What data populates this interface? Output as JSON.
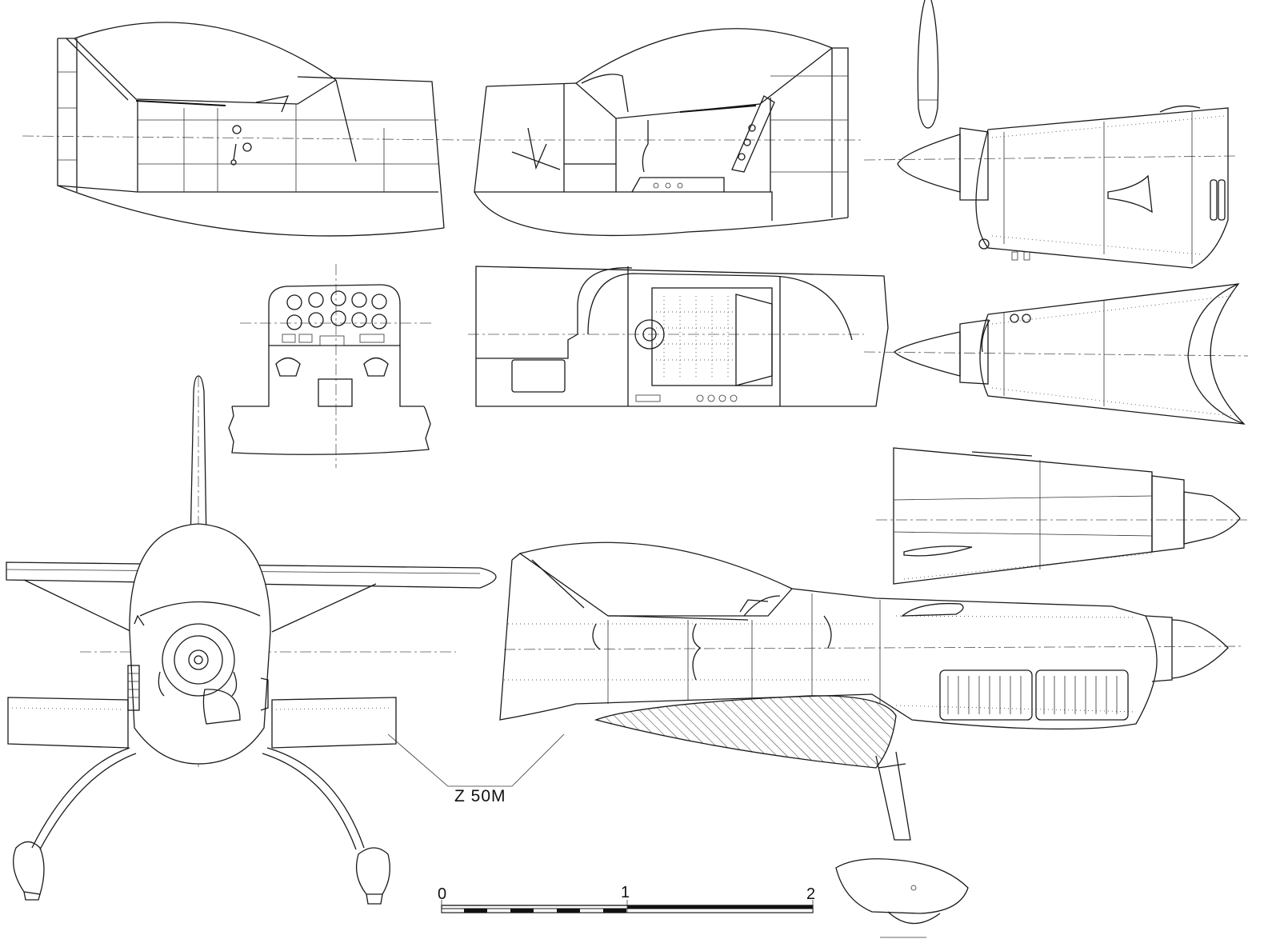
{
  "drawing": {
    "designation": "Z 50M"
  },
  "scale_bar": {
    "ticks": [
      "0",
      "1",
      "2"
    ]
  },
  "views": [
    {
      "name": "cockpit-side-view-left"
    },
    {
      "name": "cockpit-side-view-right"
    },
    {
      "name": "cockpit-instrument-panel-view"
    },
    {
      "name": "cockpit-top-view"
    },
    {
      "name": "engine-cowling-side-view"
    },
    {
      "name": "engine-cowling-top-view"
    },
    {
      "name": "engine-cowling-bottom-view"
    },
    {
      "name": "front-view"
    },
    {
      "name": "fuselage-side-view"
    }
  ]
}
